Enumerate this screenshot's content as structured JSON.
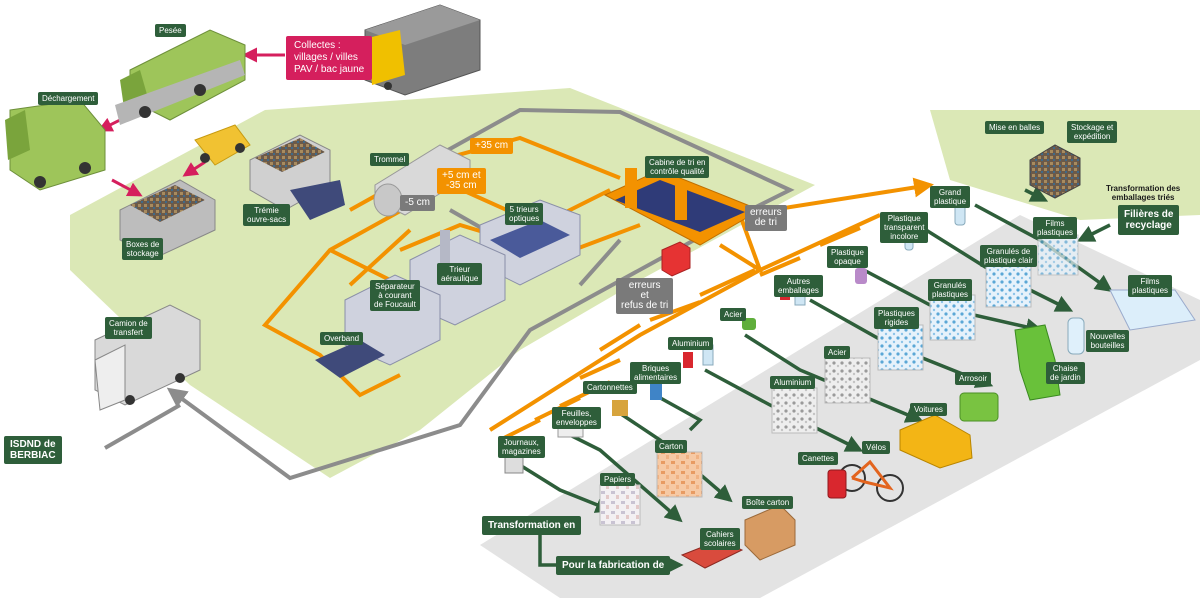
{
  "labels": {
    "pesee": "Pesée",
    "dechargement": "Déchargement",
    "collectes": "Collectes :\nvillages / villes\nPAV / bac jaune",
    "tremie": "Trémie\nouvre-sacs",
    "boxes": "Boxes de\nstockage",
    "trommel": "Trommel",
    "plus35": "+35 cm",
    "plus5": "+5 cm et\n-35 cm",
    "moins5": "-5 cm",
    "cabine": "Cabine de tri en\ncontrôle qualité",
    "trieurs_optiques": "5 trieurs\noptiques",
    "erreurs_tri": "erreurs\nde tri",
    "erreurs_refus": "erreurs\net\nrefus de tri",
    "separateur": "Séparateur\nà courant\nde Foucault",
    "trieur_aeraulique": "Trieur\naéraulique",
    "overband": "Overband",
    "camion_transfert": "Camion de\ntransfert",
    "isdnd": "ISDND de\nBERBIAC",
    "mise_en_balles": "Mise en balles",
    "stockage_expedition": "Stockage et\nexpédition",
    "transformation_emballages": "Transformation des\nemballages triés",
    "filieres": "Filières de\nrecyclage",
    "grand_plastique": "Grand\nplastique",
    "plastique_transparent": "Plastique\ntransparent\nincolore",
    "plastique_opaque": "Plastique\nopaque",
    "autres_emballages": "Autres\nemballages",
    "acier": "Acier",
    "aluminium": "Aluminium",
    "briques": "Briques\nalimentaires",
    "cartonnettes": "Cartonnettes",
    "feuilles": "Feuilles,\nenveloppes",
    "journaux": "Journaux,\nmagazines",
    "films_plastiques_mat": "Films\nplastiques",
    "granules_clair": "Granulés de\nplastique clair",
    "granules_plastiques": "Granulés\nplastiques",
    "plastiques_rigides": "Plastiques\nrigides",
    "acier_mat": "Acier",
    "aluminium_mat": "Aluminium",
    "carton_mat": "Carton",
    "papiers_mat": "Papiers",
    "films_plastiques_prod": "Films\nplastiques",
    "nouvelles_bouteilles": "Nouvelles\nbouteilles",
    "chaise_jardin": "Chaise\nde jardin",
    "arrosoir": "Arrosoir",
    "voitures": "Voitures",
    "velos": "Vélos",
    "canettes": "Canettes",
    "boite_carton": "Boîte carton",
    "cahiers": "Cahiers\nscolaires",
    "transformation_en": "Transformation en",
    "pour_fabrication": "Pour la fabrication de"
  },
  "colors": {
    "platform_green": "#dbe8b6",
    "platform_grey": "#e3e3e3",
    "flow_orange": "#f39200",
    "flow_grey": "#8c8c8c",
    "flow_green": "#2e5e3a",
    "flow_pink": "#d51f5d",
    "label_green": "#2e5e3a"
  }
}
